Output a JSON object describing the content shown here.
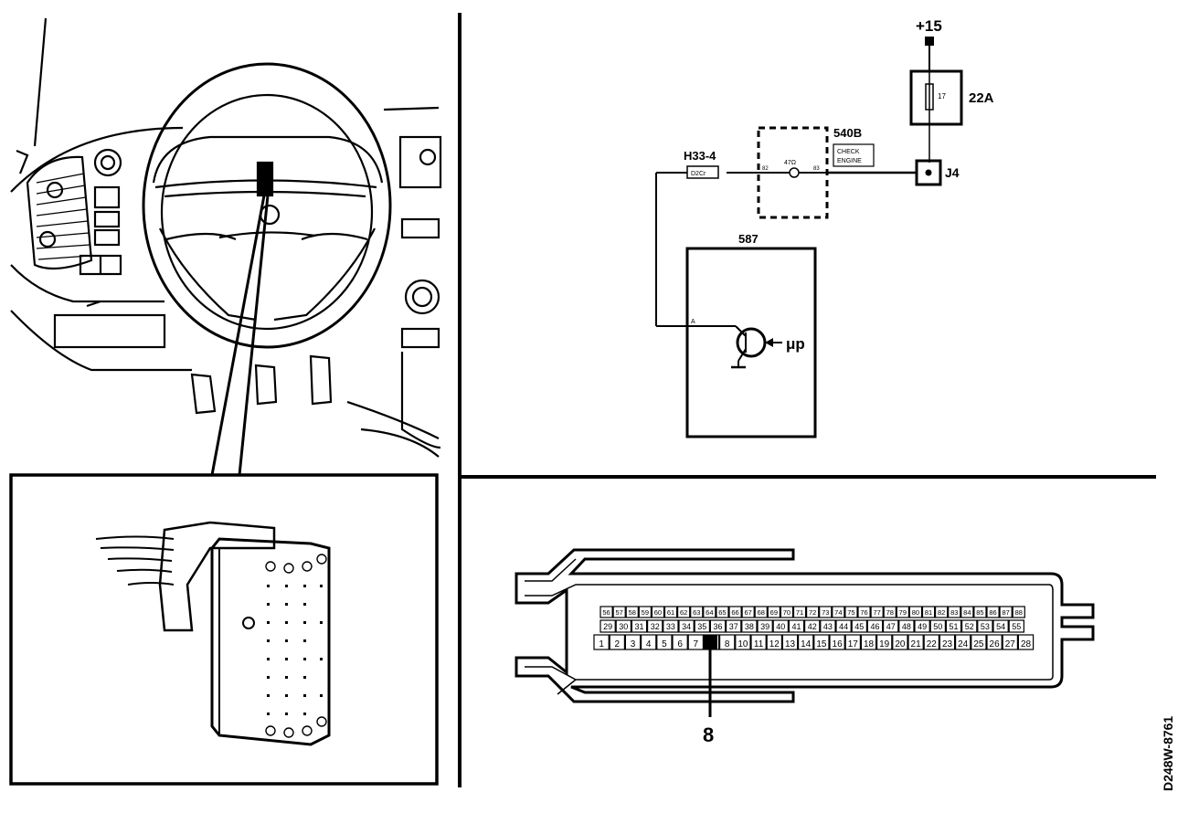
{
  "schematic": {
    "supply_label": "+15",
    "fuse_number": "17",
    "fuse_rating": "22A",
    "junction_label": "J4",
    "check_engine_lamp": {
      "ref": "540B",
      "caption_line1": "CHECK",
      "caption_line2": "ENGINE",
      "rating": "47Ω",
      "pin_left": "82",
      "pin_right": "83"
    },
    "connector": {
      "ref": "H33-4",
      "inner": "D2Cr"
    },
    "control_module": {
      "ref": "587",
      "pin": "A",
      "processor_label": "μp"
    }
  },
  "ecu_connector": {
    "row_top": [
      "56",
      "57",
      "58",
      "59",
      "60",
      "61",
      "62",
      "63",
      "64",
      "65",
      "66",
      "67",
      "68",
      "69",
      "70",
      "71",
      "72",
      "73",
      "74",
      "75",
      "76",
      "77",
      "78",
      "79",
      "80",
      "81",
      "82",
      "83",
      "84",
      "85",
      "86",
      "87",
      "88"
    ],
    "row_mid": [
      "29",
      "30",
      "31",
      "32",
      "33",
      "34",
      "35",
      "36",
      "37",
      "38",
      "39",
      "40",
      "41",
      "42",
      "43",
      "44",
      "45",
      "46",
      "47",
      "48",
      "49",
      "50",
      "51",
      "52",
      "53",
      "54",
      "55"
    ],
    "row_bottom": [
      "1",
      "2",
      "3",
      "4",
      "5",
      "6",
      "7",
      "",
      "8",
      "10",
      "11",
      "12",
      "13",
      "14",
      "15",
      "16",
      "17",
      "18",
      "19",
      "20",
      "21",
      "22",
      "23",
      "24",
      "25",
      "26",
      "27",
      "28"
    ],
    "pointer_label": "8"
  },
  "figure_code": "D248W-8761"
}
